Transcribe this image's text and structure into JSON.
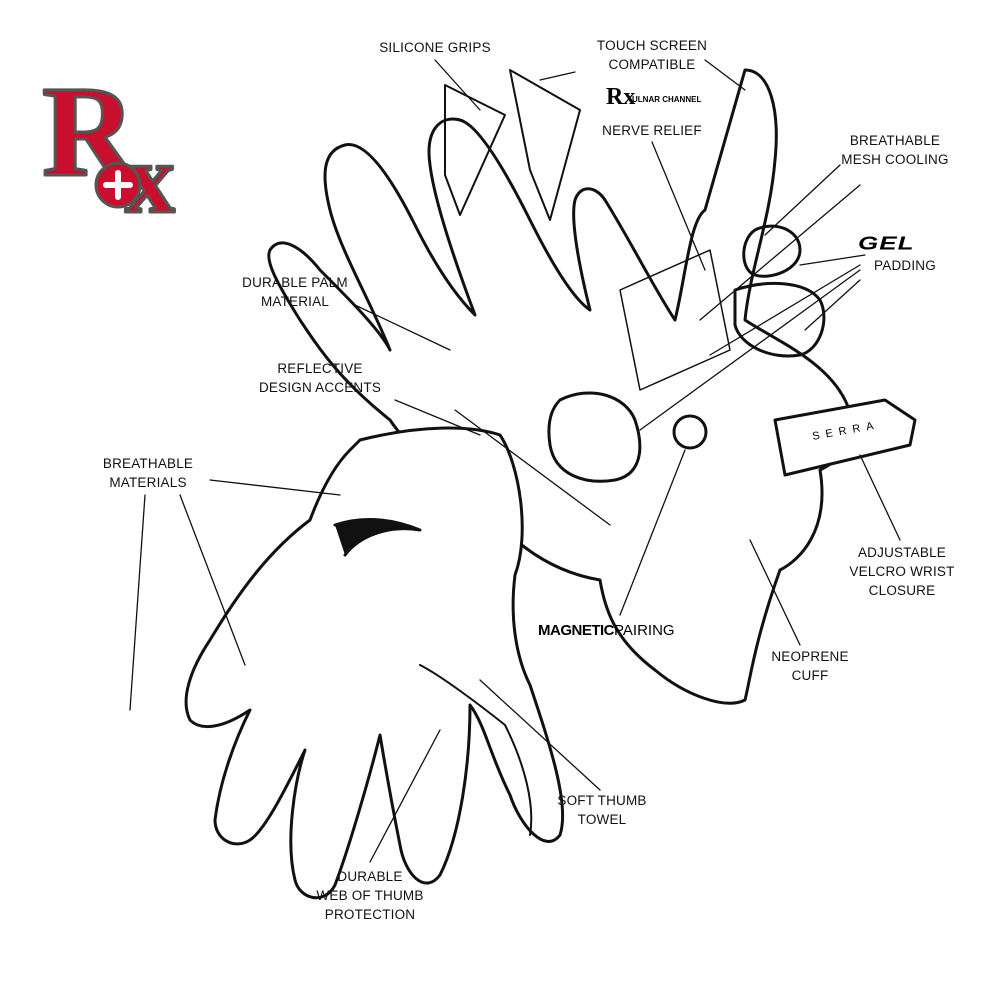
{
  "brand": {
    "logo_text": "Rx",
    "logo_color": "#c8102e",
    "gel_logo": "GEL",
    "small_logo": "Rx"
  },
  "callouts": {
    "silicone_grips": [
      "SILICONE GRIPS"
    ],
    "touch_screen": [
      "TOUCH SCREEN",
      "COMPATIBLE"
    ],
    "ulnar_channel": "ULNAR CHANNEL",
    "nerve_relief": [
      "NERVE RELIEF"
    ],
    "mesh_cooling": [
      "BREATHABLE",
      "MESH COOLING"
    ],
    "padding": [
      "PADDING"
    ],
    "palm_material": [
      "DURABLE PALM",
      "MATERIAL"
    ],
    "reflective": [
      "REFLECTIVE",
      "DESIGN ACCENTS"
    ],
    "breathable_materials": [
      "BREATHABLE",
      "MATERIALS"
    ],
    "magnetic_bold": "MAGNETIC",
    "magnetic_light": "PAIRING",
    "velcro": [
      "ADJUSTABLE",
      "VELCRO WRIST",
      "CLOSURE"
    ],
    "neoprene": [
      "NEOPRENE",
      "CUFF"
    ],
    "thumb_towel": [
      "SOFT THUMB",
      "TOWEL"
    ],
    "web_thumb": [
      "DURABLE",
      "WEB OF THUMB",
      "PROTECTION"
    ]
  },
  "strap_text": "SERRA"
}
